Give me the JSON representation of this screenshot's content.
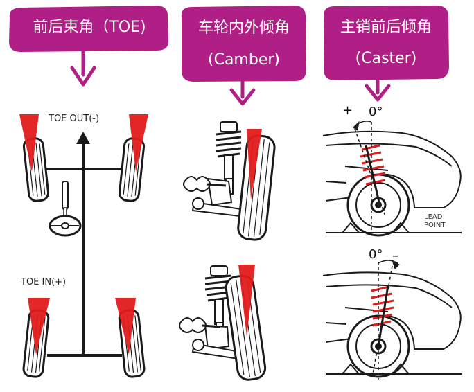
{
  "columns": [
    {
      "key": "toe",
      "title": "前后束角（TOE)",
      "subtitle": ""
    },
    {
      "key": "camber",
      "title": "车轮内外倾角",
      "subtitle": "(Camber)"
    },
    {
      "key": "caster",
      "title": "主销前后倾角",
      "subtitle": "(Caster)"
    }
  ],
  "toe": {
    "out_label": "TOE OUT(-)",
    "in_label": "TOE IN(+)"
  },
  "caster": {
    "top_plus": "+",
    "top_zero": "0°",
    "bottom_zero": "0°",
    "bottom_minus": "–",
    "lead_point_line1": "LEAD",
    "lead_point_line2": "POINT"
  },
  "colors": {
    "banner": "#b01f86",
    "angle_marker": "#e21b1b",
    "line_art": "#1a1a1a",
    "background": "#ffffff"
  },
  "icons": [
    "tire-icon",
    "arrow-up-icon",
    "arrow-down-icon",
    "strut-icon",
    "car-front-icon",
    "steering-wheel-icon"
  ]
}
